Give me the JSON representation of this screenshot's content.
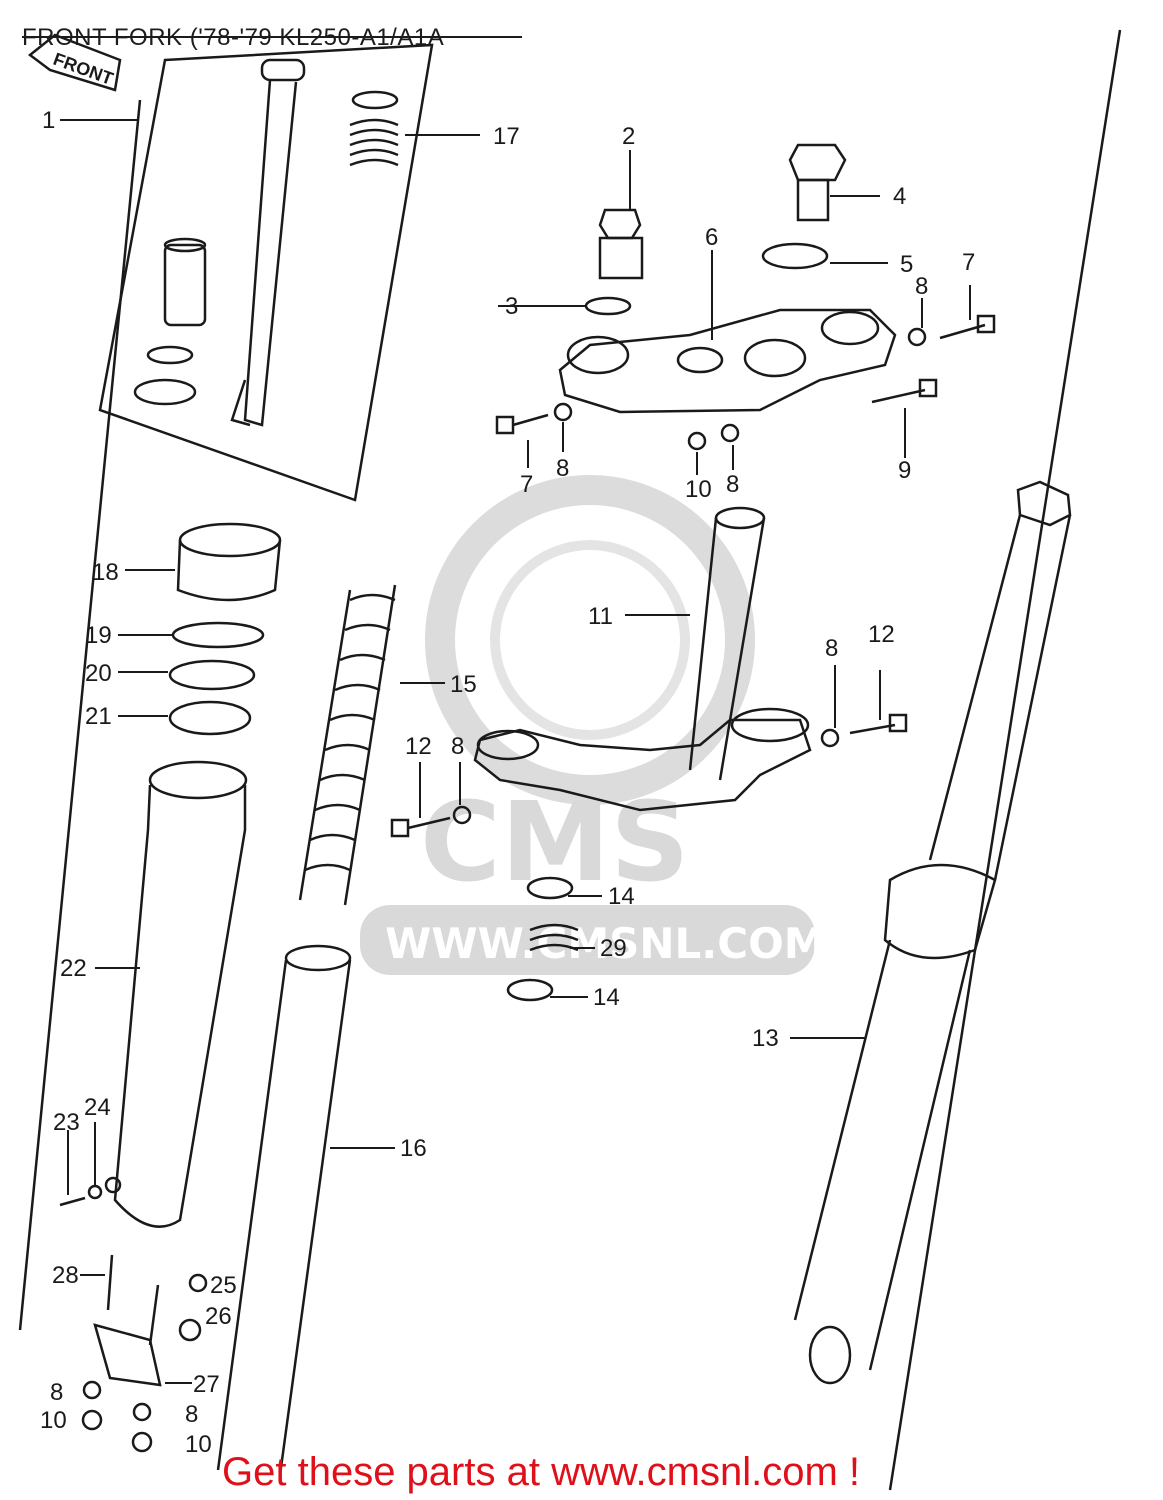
{
  "title": "FRONT FORK ('78-'79 KL250-A1/A1A",
  "front_arrow": "FRONT",
  "promo": "Get these parts at www.cmsnl.com !",
  "watermark": {
    "big": "CMS",
    "site": "WWW.CMSNL.COM"
  },
  "colors": {
    "line": "#1a1a1a",
    "promo": "#e0101a",
    "watermark": "#d9d9d9"
  },
  "callouts": {
    "c1": "1",
    "c2": "2",
    "c3": "3",
    "c4": "4",
    "c5": "5",
    "c6": "6",
    "c7a": "7",
    "c7b": "7",
    "c8a": "8",
    "c8b": "8",
    "c8c": "8",
    "c8d": "8",
    "c8e": "8",
    "c8f": "8",
    "c8g": "8",
    "c9": "9",
    "c10a": "10",
    "c10b": "10",
    "c10c": "10",
    "c11": "11",
    "c12a": "12",
    "c12b": "12",
    "c13": "13",
    "c14a": "14",
    "c14b": "14",
    "c15": "15",
    "c16": "16",
    "c17": "17",
    "c18": "18",
    "c19": "19",
    "c20": "20",
    "c21": "21",
    "c22": "22",
    "c23": "23",
    "c24": "24",
    "c25": "25",
    "c26": "26",
    "c27": "27",
    "c28": "28",
    "c29": "29"
  }
}
